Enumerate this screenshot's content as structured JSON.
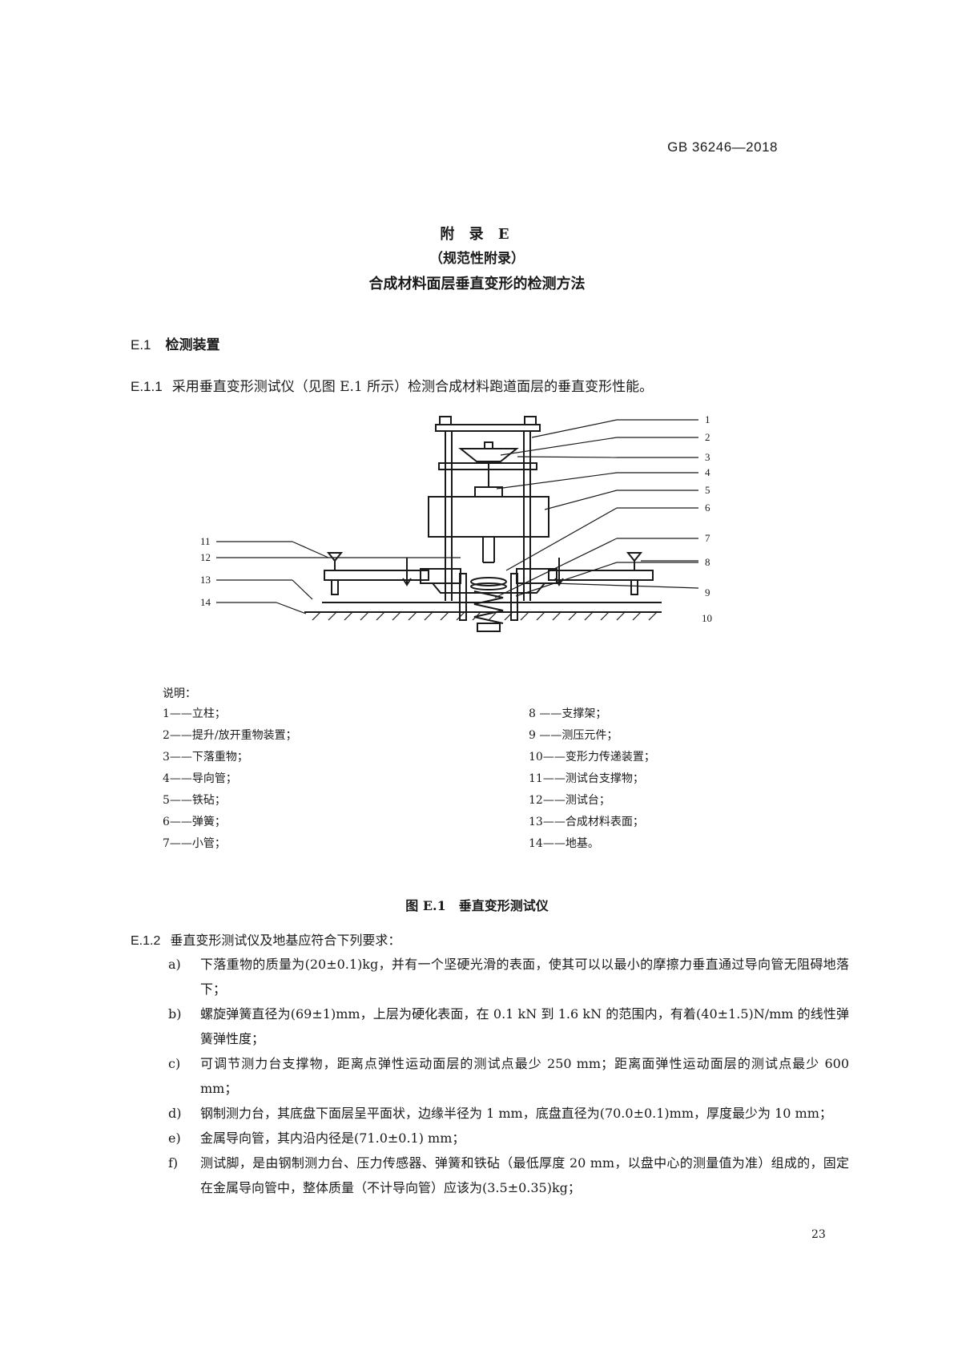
{
  "header": {
    "standard": "GB 36246—2018"
  },
  "appendix": {
    "title": "附 录 E",
    "type": "（规范性附录）",
    "name": "合成材料面层垂直变形的检测方法"
  },
  "section": {
    "number": "E.1",
    "title": "检测装置"
  },
  "para_e11": {
    "number": "E.1.1",
    "text": "采用垂直变形测试仪（见图 E.1 所示）检测合成材料跑道面层的垂直变形性能。"
  },
  "figure": {
    "callouts": [
      "1",
      "2",
      "3",
      "4",
      "5",
      "6",
      "7",
      "8",
      "9",
      "10",
      "11",
      "12",
      "13",
      "14"
    ],
    "caption": "图 E.1　垂直变形测试仪"
  },
  "legend": {
    "heading": "说明：",
    "left": [
      "1——立柱；",
      "2——提升/放开重物装置；",
      "3——下落重物；",
      "4——导向管；",
      "5——铁砧；",
      "6——弹簧；",
      "7——小管；"
    ],
    "right": [
      "8 ——支撑架；",
      "9 ——测压元件；",
      "10——变形力传递装置；",
      "11——测试台支撑物；",
      "12——测试台；",
      "13——合成材料表面；",
      "14——地基。"
    ]
  },
  "para_e12": {
    "number": "E.1.2",
    "text": "垂直变形测试仪及地基应符合下列要求：",
    "items": [
      {
        "mark": "a)",
        "text": "下落重物的质量为(20±0.1)kg，并有一个坚硬光滑的表面，使其可以以最小的摩擦力垂直通过导向管无阻碍地落下；"
      },
      {
        "mark": "b)",
        "text": "螺旋弹簧直径为(69±1)mm，上层为硬化表面，在 0.1 kN 到 1.6 kN 的范围内，有着(40±1.5)N/mm 的线性弹簧弹性度；"
      },
      {
        "mark": "c)",
        "text": "可调节测力台支撑物，距离点弹性运动面层的测试点最少 250 mm；距离面弹性运动面层的测试点最少 600 mm；"
      },
      {
        "mark": "d)",
        "text": "钢制测力台，其底盘下面层呈平面状，边缘半径为 1 mm，底盘直径为(70.0±0.1)mm，厚度最少为 10 mm；"
      },
      {
        "mark": "e)",
        "text": "金属导向管，其内沿内径是(71.0±0.1) mm；"
      },
      {
        "mark": "f)",
        "text": "测试脚，是由钢制测力台、压力传感器、弹簧和铁砧（最低厚度 20 mm，以盘中心的测量值为准）组成的，固定在金属导向管中，整体质量（不计导向管）应该为(3.5±0.35)kg；"
      }
    ]
  },
  "page_number": "23"
}
